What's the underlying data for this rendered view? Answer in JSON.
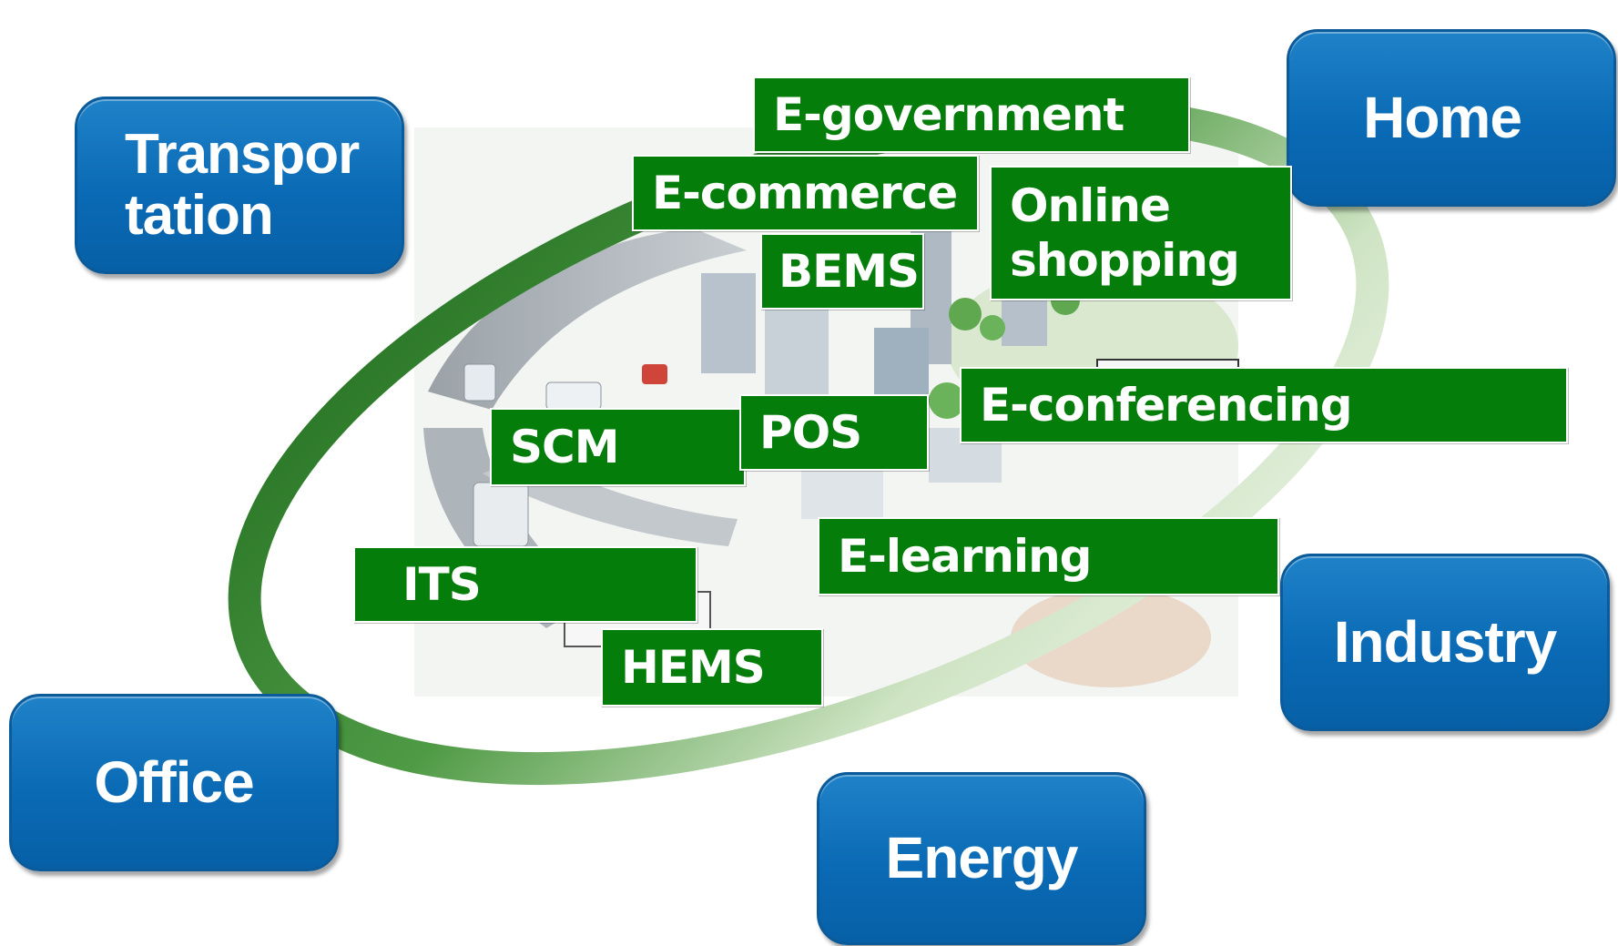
{
  "colors": {
    "sector_fill": "#0a6ab5",
    "sector_border": "#0b5a99",
    "app_fill": "#047d0a",
    "ring": "#3f8b3f",
    "text": "#ffffff"
  },
  "illustration": {
    "description_icon": "city-illustration-icon"
  },
  "sectors": {
    "transportation": "Transpor\ntation",
    "home": "Home",
    "industry": "Industry",
    "office": "Office",
    "energy": "Energy"
  },
  "applications": {
    "e_government": "E-government",
    "e_commerce": "E-commerce",
    "online_shopping": "Online\nshopping",
    "bems": "BEMS",
    "e_conferencing": "E-conferencing",
    "scm": "SCM",
    "pos": "POS",
    "e_learning": "E-learning",
    "its": "ITS",
    "hems": "HEMS"
  }
}
